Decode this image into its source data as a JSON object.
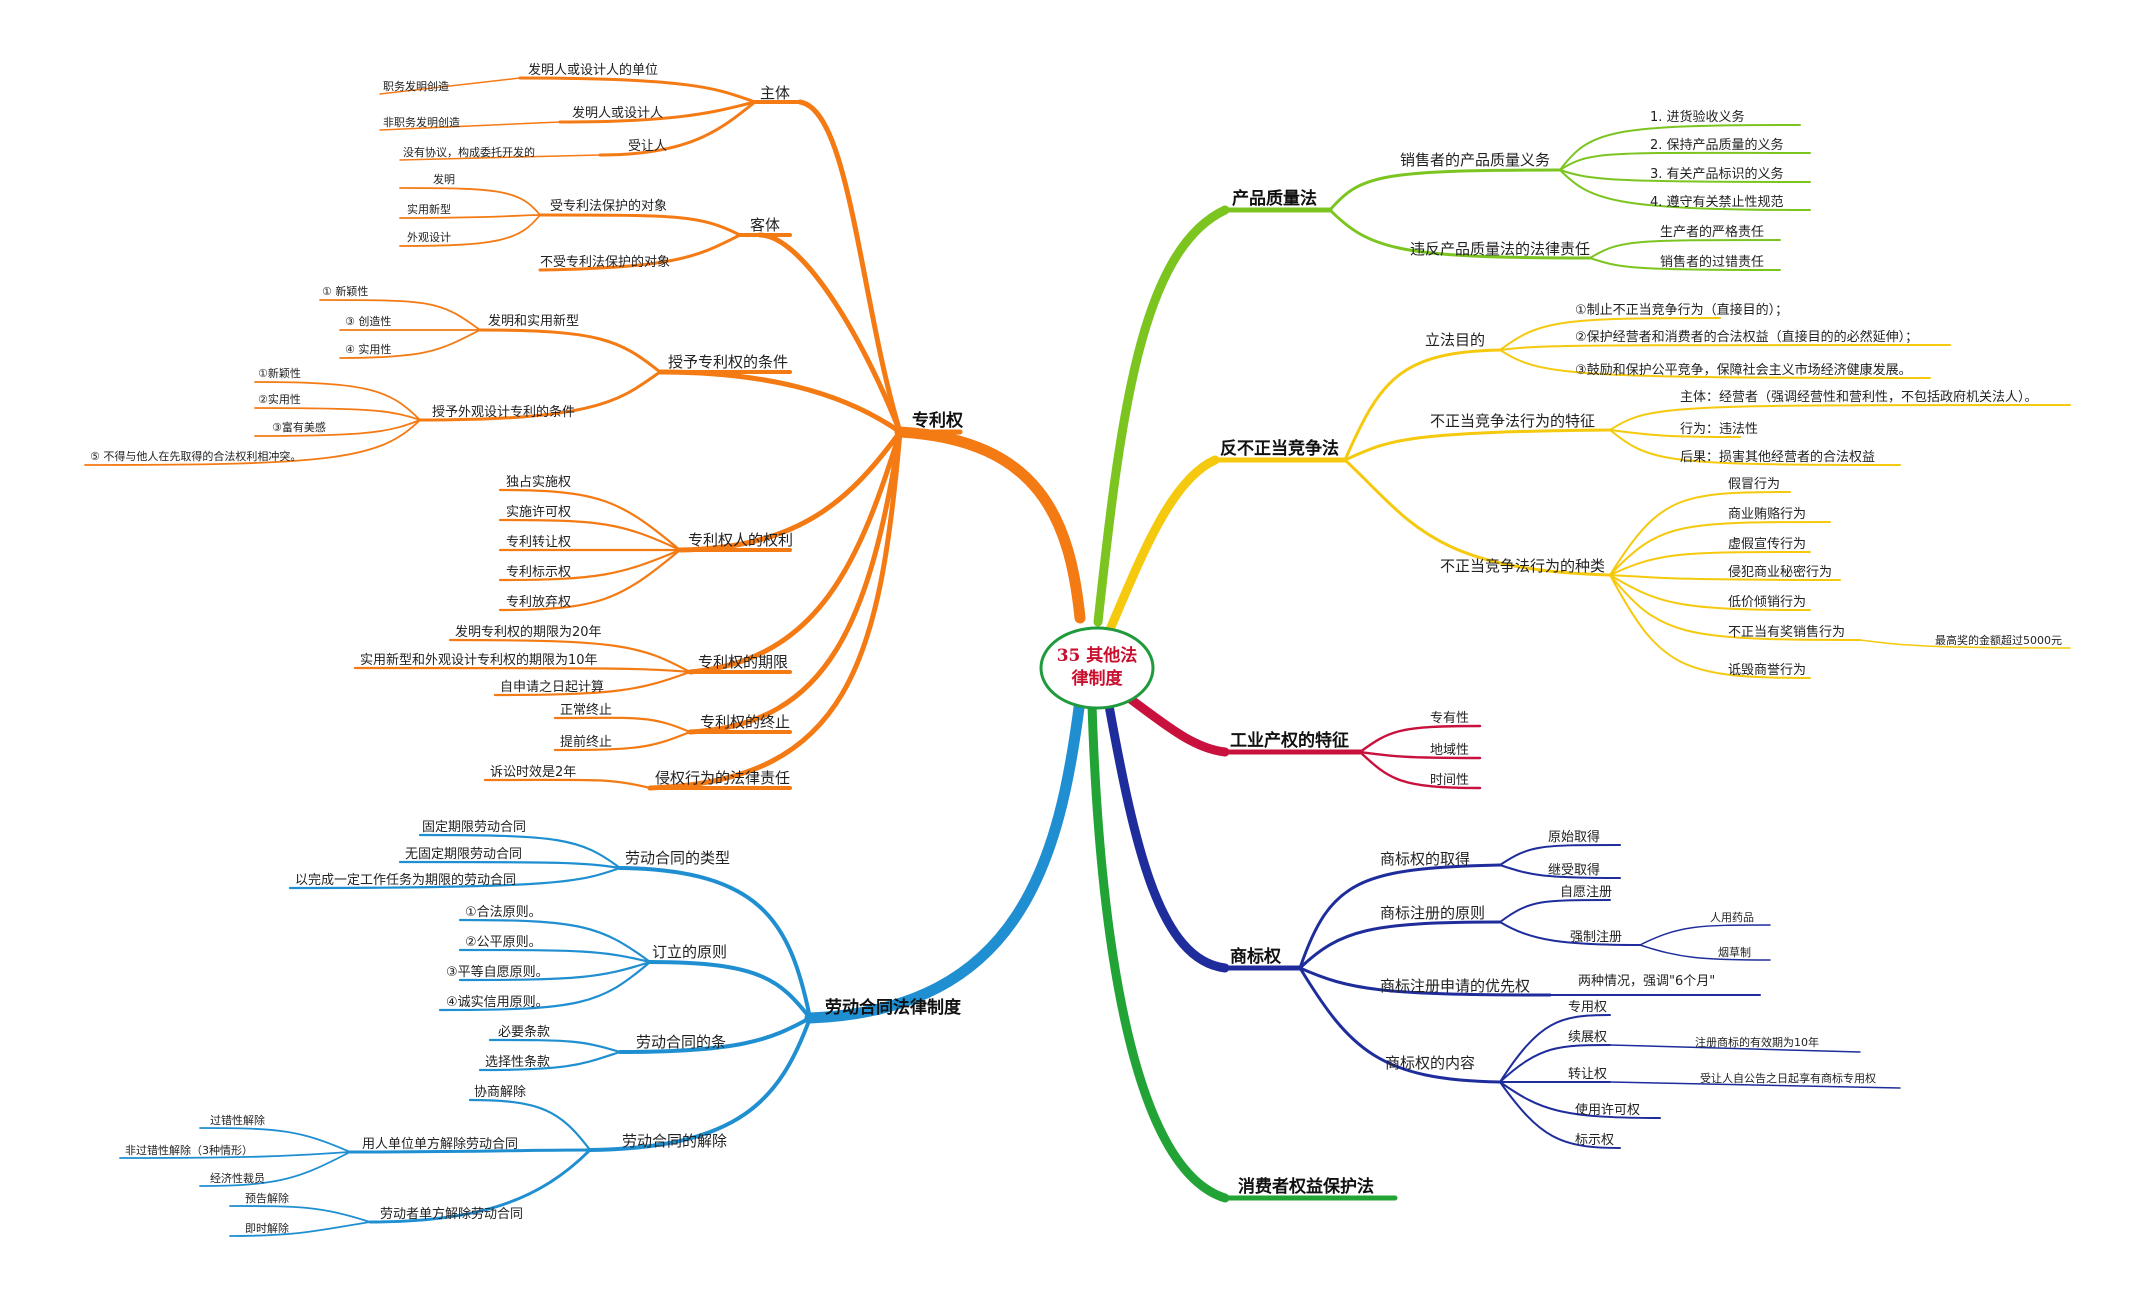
{
  "colors": {
    "orange": "#f47a14",
    "blue": "#1f8fd1",
    "green": "#7cc521",
    "yellow": "#f5c90e",
    "red": "#c8113d",
    "navy": "#1e2d9b",
    "dgreen": "#22a336"
  },
  "center": {
    "line1": "35 其他法",
    "line2": "律制度"
  },
  "patent": {
    "title": "专利权",
    "subject": {
      "label": "主体",
      "items": [
        {
          "label": "发明人或设计人的单位",
          "sub": "职务发明创造"
        },
        {
          "label": "发明人或设计人",
          "sub": "非职务发明创造"
        },
        {
          "label": "受让人",
          "sub": "没有协议，构成委托开发的"
        }
      ]
    },
    "object": {
      "label": "客体",
      "protected": "受专利法保护的对象",
      "p1": "发明",
      "p2": "实用新型",
      "p3": "外观设计",
      "notProtected": "不受专利法保护的对象"
    },
    "conditions": {
      "label": "授予专利权的条件",
      "invention": {
        "label": "发明和实用新型",
        "items": [
          "① 新颖性",
          "③ 创造性",
          "④ 实用性"
        ]
      },
      "design": {
        "label": "授予外观设计专利的条件",
        "items": [
          "①新颖性",
          "②实用性",
          "③富有美感",
          "⑤ 不得与他人在先取得的合法权利相冲突。"
        ]
      }
    },
    "rights": {
      "label": "专利权人的权利",
      "items": [
        "独占实施权",
        "实施许可权",
        "专利转让权",
        "专利标示权",
        "专利放弃权"
      ]
    },
    "term": {
      "label": "专利权的期限",
      "items": [
        "发明专利权的期限为20年",
        "实用新型和外观设计专利权的期限为10年",
        "自申请之日起计算"
      ]
    },
    "termination": {
      "label": "专利权的终止",
      "items": [
        "正常终止",
        "提前终止"
      ]
    },
    "infringement": {
      "label": "侵权行为的法律责任",
      "items": [
        "诉讼时效是2年"
      ]
    }
  },
  "labor": {
    "title": "劳动合同法律制度",
    "types": {
      "label": "劳动合同的类型",
      "items": [
        "固定期限劳动合同",
        "无固定期限劳动合同",
        "以完成一定工作任务为期限的劳动合同"
      ]
    },
    "principles": {
      "label": "订立的原则",
      "items": [
        "①合法原则。",
        "②公平原则。",
        "③平等自愿原则。",
        "④诚实信用原则。"
      ]
    },
    "clauses": {
      "label": "劳动合同的条",
      "items": [
        "必要条款",
        "选择性条款"
      ]
    },
    "dissolution": {
      "label": "劳动合同的解除",
      "negotiated": "协商解除",
      "employer": {
        "label": "用人单位单方解除劳动合同",
        "items": [
          "过错性解除",
          "非过错性解除（3种情形）",
          "经济性裁员"
        ]
      },
      "worker": {
        "label": "劳动者单方解除劳动合同",
        "items": [
          "预告解除",
          "即时解除"
        ]
      }
    }
  },
  "quality": {
    "title": "产品质量法",
    "seller": {
      "label": "销售者的产品质量义务",
      "items": [
        "1. 进货验收义务",
        "2. 保持产品质量的义务",
        "3. 有关产品标识的义务",
        "4. 遵守有关禁止性规范"
      ]
    },
    "liability": {
      "label": "违反产品质量法的法律责任",
      "items": [
        "生产者的严格责任",
        "销售者的过错责任"
      ]
    }
  },
  "competition": {
    "title": "反不正当竞争法",
    "purpose": {
      "label": "立法目的",
      "items": [
        "①制止不正当竞争行为（直接目的）；",
        "②保护经营者和消费者的合法权益（直接目的的必然延伸）；",
        "③鼓励和保护公平竞争，保障社会主义市场经济健康发展。"
      ]
    },
    "features": {
      "label": "不正当竞争法行为的特征",
      "items": [
        "主体：经营者（强调经营性和营利性，不包括政府机关法人）。",
        "行为：违法性",
        "后果：损害其他经营者的合法权益"
      ]
    },
    "kinds": {
      "label": "不正当竞争法行为的种类",
      "items": [
        "假冒行为",
        "商业贿赂行为",
        "虚假宣传行为",
        "侵犯商业秘密行为",
        "低价倾销行为",
        "不正当有奖销售行为",
        "诋毁商誉行为"
      ],
      "note": "最高奖的金额超过5000元"
    }
  },
  "industrial": {
    "title": "工业产权的特征",
    "items": [
      "专有性",
      "地域性",
      "时间性"
    ]
  },
  "trademark": {
    "title": "商标权",
    "acquire": {
      "label": "商标权的取得",
      "items": [
        "原始取得",
        "继受取得"
      ]
    },
    "register": {
      "label": "商标注册的原则",
      "voluntary": "自愿注册",
      "compulsory": "强制注册",
      "c1": "人用药品",
      "c2": "烟草制"
    },
    "priority": {
      "label": "商标注册申请的优先权",
      "note": "两种情况，强调\"6个月\""
    },
    "content": {
      "label": "商标权的内容",
      "items": [
        "专用权",
        "续展权",
        "转让权",
        "使用许可权",
        "标示权"
      ],
      "renewNote": "注册商标的有效期为10年",
      "transferNote": "受让人自公告之日起享有商标专用权"
    }
  },
  "consumer": {
    "title": "消费者权益保护法"
  }
}
